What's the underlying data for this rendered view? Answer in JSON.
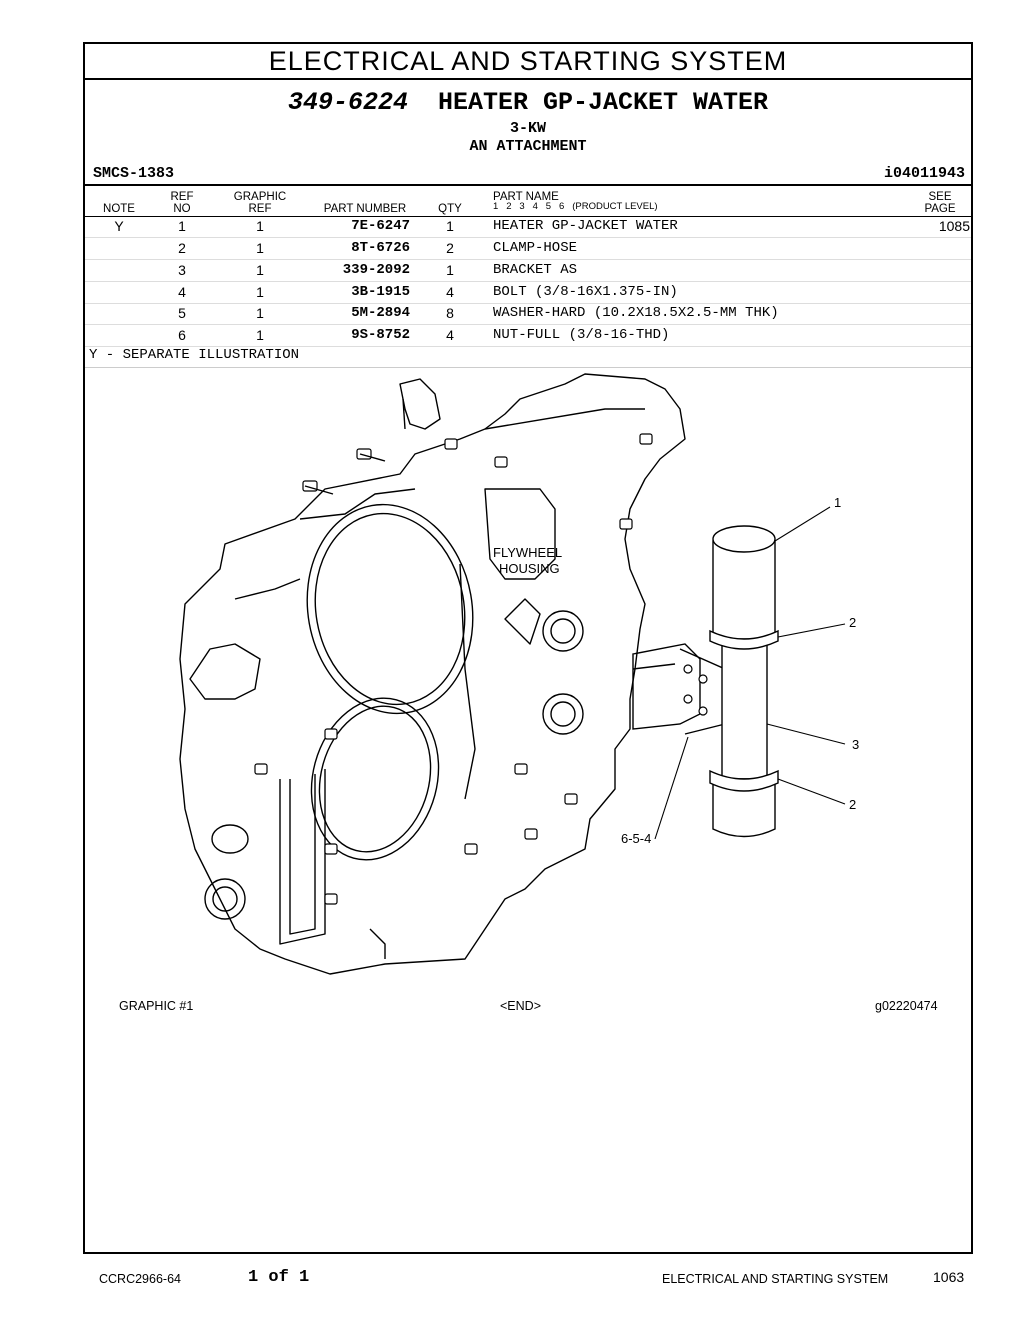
{
  "section_title": "ELECTRICAL AND STARTING SYSTEM",
  "group_number": "349-6224",
  "group_name": "HEATER GP-JACKET WATER",
  "subtitle_1": "3-KW",
  "subtitle_2": "AN ATTACHMENT",
  "smcs": "SMCS-1383",
  "info_id": "i04011943",
  "columns": {
    "note": "NOTE",
    "ref_top": "REF",
    "ref_bottom": "NO",
    "graphic_top": "GRAPHIC",
    "graphic_bottom": "REF",
    "part_number": "PART NUMBER",
    "qty": "QTY",
    "part_name": "PART NAME",
    "product_levels": "1   2   3   4   5   6   (PRODUCT LEVEL)",
    "see_top": "SEE",
    "see_bottom": "PAGE"
  },
  "rows": [
    {
      "note": "Y",
      "ref": "1",
      "graphic": "1",
      "part": "7E-6247",
      "qty": "1",
      "name": "HEATER GP-JACKET WATER",
      "page": "1085"
    },
    {
      "note": "",
      "ref": "2",
      "graphic": "1",
      "part": "8T-6726",
      "qty": "2",
      "name": "CLAMP-HOSE",
      "page": ""
    },
    {
      "note": "",
      "ref": "3",
      "graphic": "1",
      "part": "339-2092",
      "qty": "1",
      "name": "BRACKET AS",
      "page": ""
    },
    {
      "note": "",
      "ref": "4",
      "graphic": "1",
      "part": "3B-1915",
      "qty": "4",
      "name": "BOLT (3/8-16X1.375-IN)",
      "page": ""
    },
    {
      "note": "",
      "ref": "5",
      "graphic": "1",
      "part": "5M-2894",
      "qty": "8",
      "name": "WASHER-HARD (10.2X18.5X2.5-MM THK)",
      "page": ""
    },
    {
      "note": "",
      "ref": "6",
      "graphic": "1",
      "part": "9S-8752",
      "qty": "4",
      "name": "NUT-FULL (3/8-16-THD)",
      "page": ""
    }
  ],
  "separate_note": "Y - SEPARATE ILLUSTRATION",
  "illustration": {
    "housing_label_1": "FLYWHEEL",
    "housing_label_2": "HOUSING",
    "callout_1": "1",
    "callout_2a": "2",
    "callout_3": "3",
    "callout_2b": "2",
    "callout_654": "6-5-4"
  },
  "graphic_caption": "GRAPHIC #1",
  "end_caption": "<END>",
  "graphic_id": "g02220474",
  "footer": {
    "doc_id": "CCRC2966-64",
    "page_of": "1 of 1",
    "section": "ELECTRICAL AND STARTING SYSTEM",
    "page_number": "1063"
  }
}
